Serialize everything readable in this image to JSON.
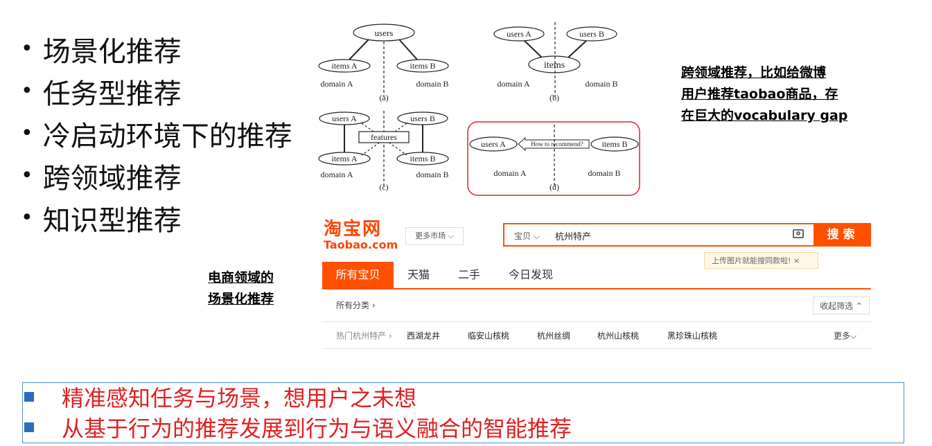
{
  "bullets": [
    "场景化推荐",
    "任务型推荐",
    "冷启动环境下的推荐",
    "跨领域推荐",
    "知识型推荐"
  ],
  "diagram": {
    "users": "users",
    "users_a": "users A",
    "users_b": "users B",
    "items": "items",
    "items_a": "items A",
    "items_b": "items B",
    "domain_a": "domain A",
    "domain_b": "domain B",
    "features": "features",
    "how_to": "How to recommend?",
    "label_a": "(a)",
    "label_b": "(b)",
    "label_c": "(c)",
    "label_d": "(d)",
    "highlight_color": "#e02020"
  },
  "note_right": [
    "跨领域推荐，比如给微博",
    "用户推荐taobao商品，存",
    "在巨大的vocabulary gap"
  ],
  "note_left": [
    "电商领域的",
    "场景化推荐"
  ],
  "taobao": {
    "logo_cn": "淘宝网",
    "logo_en": "Taobao.com",
    "market": "更多市场 ⌵",
    "search_category": "宝贝 ⌵",
    "search_query": "杭州特产",
    "search_button": "搜索",
    "tip": "上传图片就能搜同款啦!  ×",
    "tabs": [
      "所有宝贝",
      "天猫",
      "二手",
      "今日发现"
    ],
    "all_categories": "所有分类 ›",
    "collapse": "收起筛选 ⌃",
    "hot_label": "热门杭州特产 ›",
    "hot_items": [
      "西湖龙井",
      "临安山核桃",
      "杭州丝绸",
      "杭州山核桃",
      "黑珍珠山核桃"
    ],
    "more": "更多⌵",
    "accent": "#ff5000"
  },
  "box": {
    "lines": [
      "精准感知任务与场景，想用户之未想",
      "从基于行为的推荐发展到行为与语义融合的智能推荐"
    ],
    "text_color": "#e02020",
    "marker_color": "#2c6bbd"
  }
}
